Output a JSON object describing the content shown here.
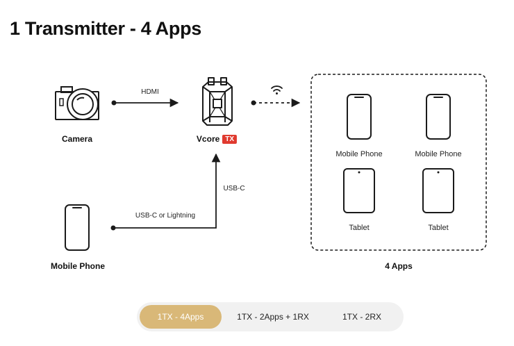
{
  "title": "1 Transmitter - 4 Apps",
  "nodes": {
    "camera": "Camera",
    "vcore": "Vcore",
    "vcore_badge": "TX",
    "mobile_phone_source": "Mobile Phone",
    "apps_group": "4 Apps"
  },
  "connections": {
    "hdmi": "HDMI",
    "usb_c": "USB-C",
    "usb_c_or_lightning": "USB-C or Lightning"
  },
  "apps": [
    {
      "label": "Mobile Phone",
      "icon": "mobile-phone-icon"
    },
    {
      "label": "Mobile Phone",
      "icon": "mobile-phone-icon"
    },
    {
      "label": "Tablet",
      "icon": "tablet-icon"
    },
    {
      "label": "Tablet",
      "icon": "tablet-icon"
    }
  ],
  "tabs": [
    {
      "label": "1TX - 4Apps",
      "active": true
    },
    {
      "label": "1TX - 2Apps + 1RX",
      "active": false
    },
    {
      "label": "1TX - 2RX",
      "active": false
    }
  ],
  "colors": {
    "accent_tab": "#d9b878",
    "badge": "#e03a2f",
    "line": "#1a1a1a"
  }
}
